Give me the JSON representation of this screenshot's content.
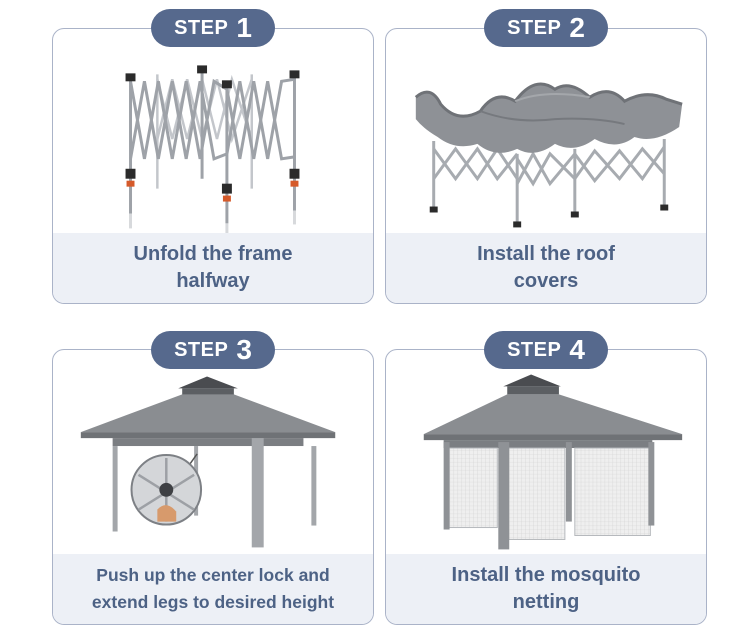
{
  "steps": [
    {
      "word": "STEP",
      "number": "1",
      "caption": "Unfold the frame halfway"
    },
    {
      "word": "STEP",
      "number": "2",
      "caption": "Install the roof covers"
    },
    {
      "word": "STEP",
      "number": "3",
      "caption": "Push up the center lock and extend legs to desired height"
    },
    {
      "word": "STEP",
      "number": "4",
      "caption": "Install the mosquito netting"
    }
  ],
  "colors": {
    "badge": "#56698d",
    "caption_bg": "#edf0f6",
    "caption_text": "#4d6285",
    "card_border": "#aab3c8",
    "canopy": "#8a8d91"
  },
  "icons": [
    "frame-icon",
    "roof-cover-icon",
    "gazebo-icon",
    "gazebo-netting-icon"
  ]
}
